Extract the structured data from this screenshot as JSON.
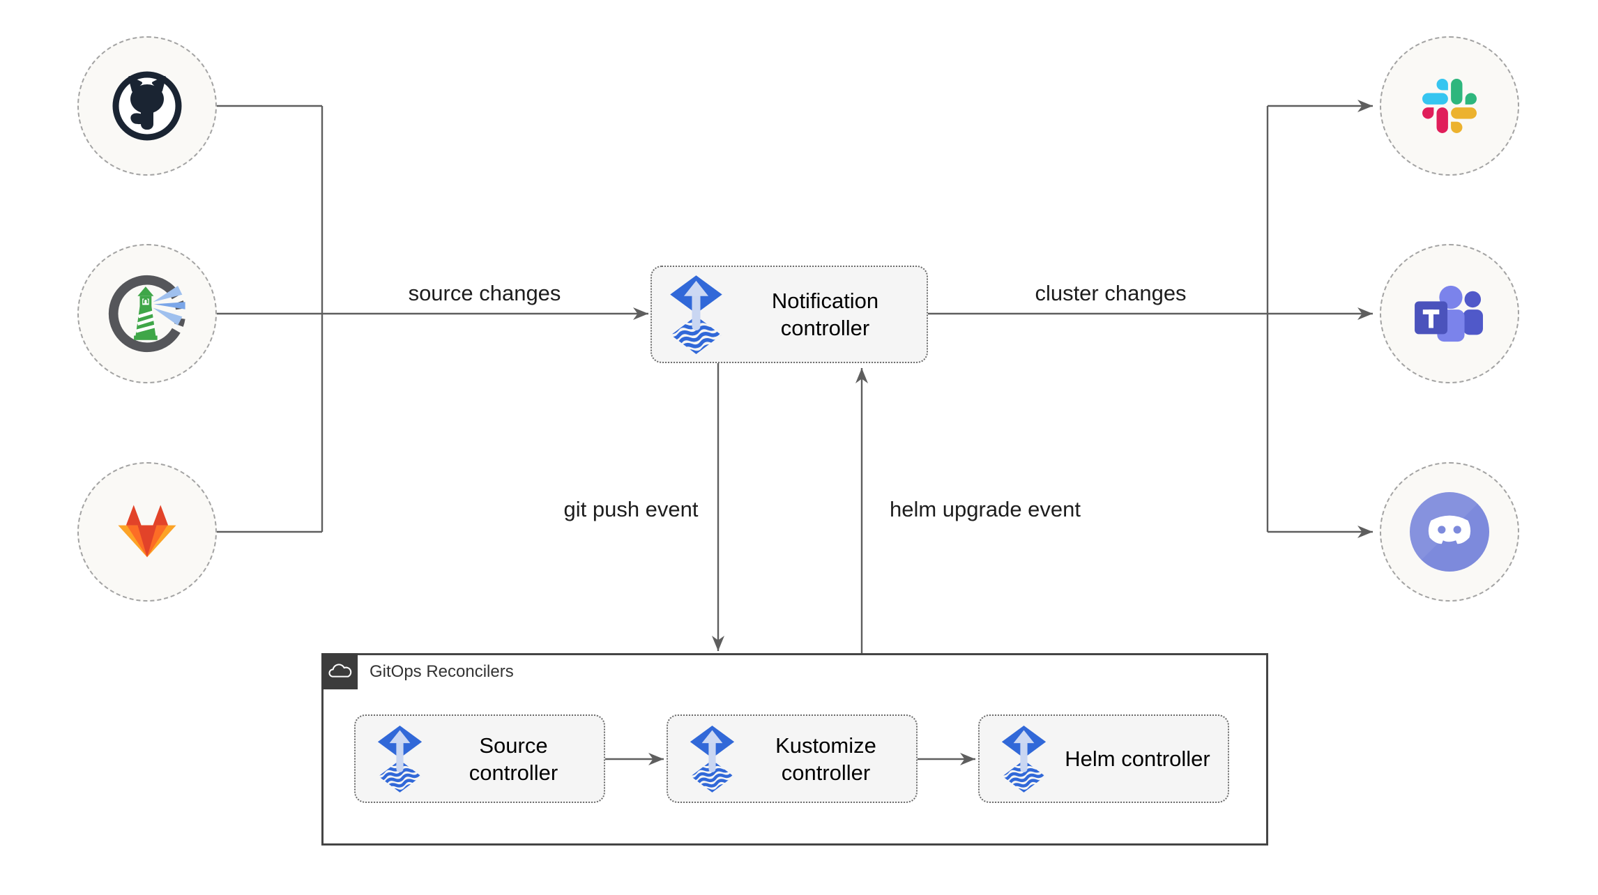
{
  "sources": [
    {
      "icon": "github-icon"
    },
    {
      "icon": "harbor-icon"
    },
    {
      "icon": "gitlab-icon"
    }
  ],
  "notifiers": [
    {
      "icon": "slack-icon"
    },
    {
      "icon": "teams-icon"
    },
    {
      "icon": "discord-icon"
    }
  ],
  "controllers": {
    "notification": {
      "label": "Notification controller"
    }
  },
  "edges": {
    "source_changes": "source changes",
    "cluster_changes": "cluster changes",
    "git_push": "git push event",
    "helm_upgrade": "helm upgrade event"
  },
  "reconcilers": {
    "title": "GitOps Reconcilers",
    "items": [
      {
        "label": "Source controller"
      },
      {
        "label": "Kustomize controller"
      },
      {
        "label": "Helm controller"
      }
    ]
  },
  "colors": {
    "flux_blue": "#3168d8",
    "flux_arrow_light": "#c9d6f2",
    "line_gray": "#5e5e5e",
    "node_fill": "#f5f5f5",
    "node_border": "#6b6b6b",
    "circle_fill": "#faf9f6",
    "circle_border": "#a3a3a3",
    "container_border": "#454545",
    "container_corner": "#3c3c3c",
    "github_dark": "#1a2432",
    "harbor_gray": "#55565a",
    "harbor_green": "#3fa648",
    "harbor_beam": "#7ba6e8",
    "gitlab_red": "#e24329",
    "gitlab_orange": "#fc6d26",
    "gitlab_yellow": "#fca326",
    "slack_blue": "#36c5f0",
    "slack_green": "#2eb67d",
    "slack_yellow": "#ecb22e",
    "slack_red": "#e01e5a",
    "teams_purple": "#4b53bc",
    "teams_light": "#7b83eb",
    "discord_blurple": "#7d8adc"
  }
}
